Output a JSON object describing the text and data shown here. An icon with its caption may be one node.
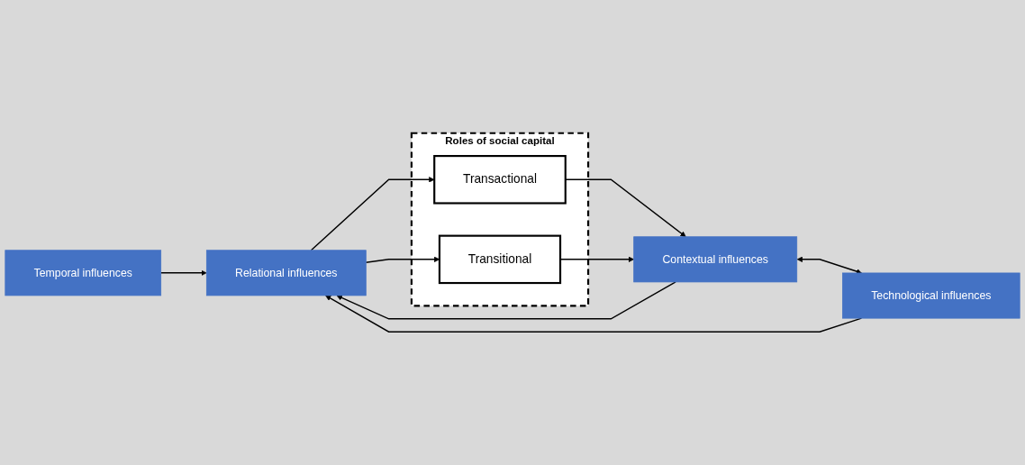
{
  "diagram": {
    "nodes": [
      {
        "text": [
          "Temporal influences"
        ]
      },
      {
        "text": [
          "Relational influences"
        ]
      },
      {
        "text": [
          "Roles of social capital"
        ]
      },
      {
        "text": [
          "Transactional"
        ],
        "in": 2
      },
      {
        "text": [
          "Transitional"
        ],
        "in": 2
      },
      {
        "text": [
          "Contextual influences"
        ]
      },
      {
        "text": [
          "Technological influences"
        ]
      }
    ],
    "edges": [
      {
        "from": 0,
        "to": 1,
        "arrow": "to"
      },
      {
        "from": 1,
        "to": 3,
        "arrow": "to"
      },
      {
        "from": 1,
        "to": 4,
        "arrow": "to"
      },
      {
        "from": 3,
        "to": 5,
        "arrow": "to"
      },
      {
        "from": 4,
        "to": 5,
        "arrow": "to"
      },
      {
        "from": 5,
        "to": 1,
        "arrow": "to"
      },
      {
        "from": 5,
        "to": 6,
        "arrow": "both"
      },
      {
        "from": 6,
        "to": 1,
        "arrow": "to"
      }
    ]
  }
}
